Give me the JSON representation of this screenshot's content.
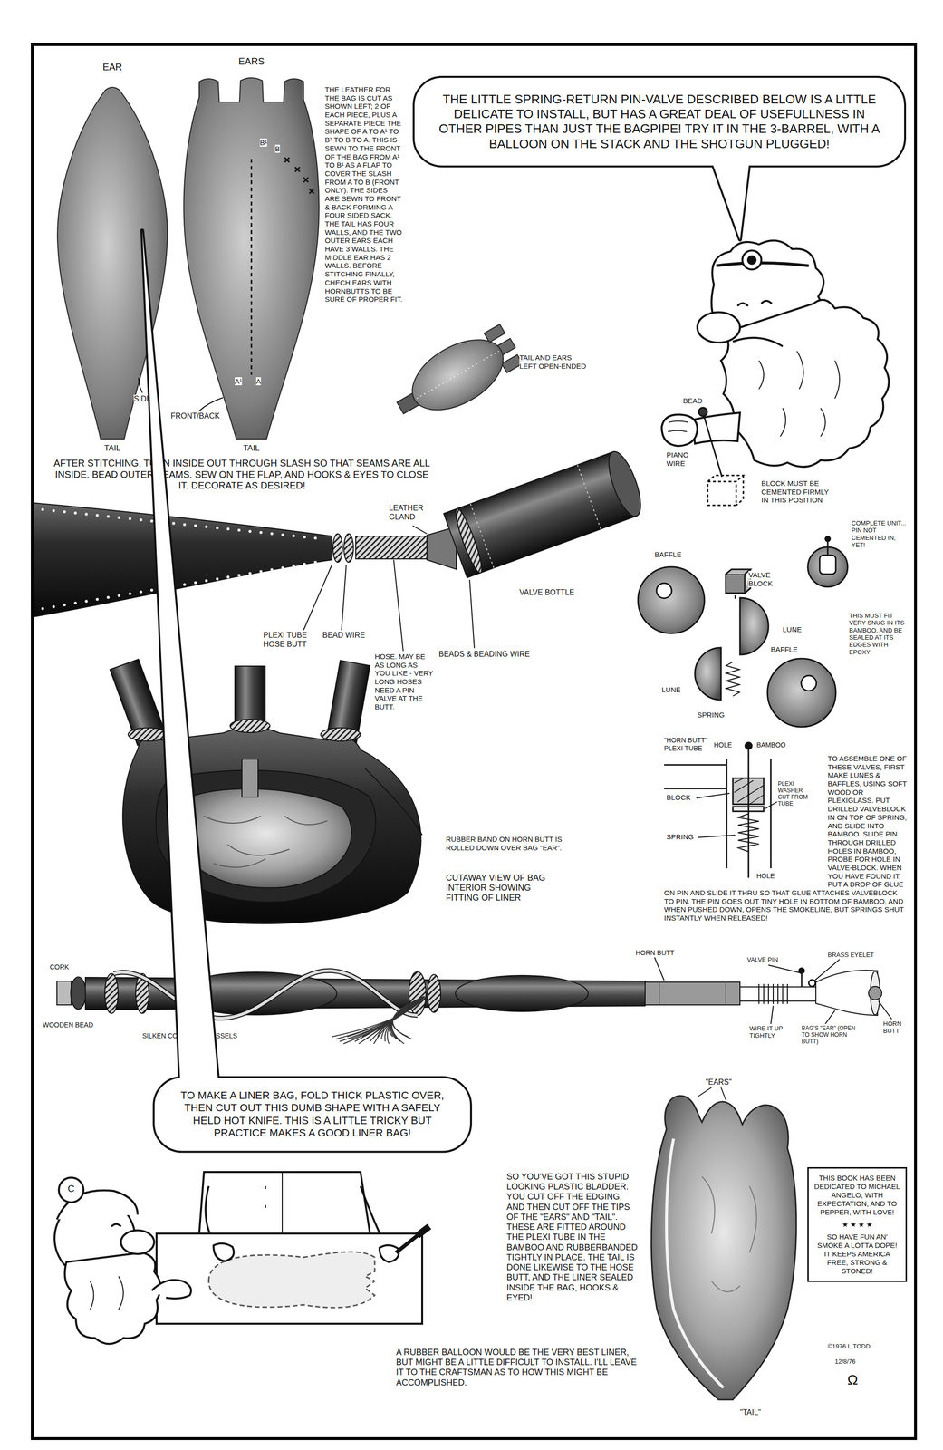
{
  "diagram": {
    "nodes": [
      {
        "text": [
          "THE LITTLE SPRING-RETURN PIN-VALVE DESCRIBED BELOW IS A LITTLE DELICATE TO INSTALL, BUT HAS A GREAT DEAL OF USEFULLNESS IN OTHER PIPES THAN JUST THE BAGPIPE! TRY IT IN THE 3-BARREL, WITH A BALLOON ON THE STACK AND THE SHOTGUN PLUGGED!"
        ]
      },
      {
        "text": [
          "TO MAKE A LINER BAG, FOLD THICK PLASTIC OVER, THEN CUT OUT THIS DUMB SHAPE WITH A SAFELY HELD HOT KNIFE. THIS IS A LITTLE TRICKY BUT PRACTICE MAKES A GOOD LINER BAG!"
        ]
      },
      {
        "text": [
          "THIS BOOK HAS BEEN DEDICATED TO MICHAEL ANGELO, WITH EXPECTATION, AND TO PEPPER, WITH LOVE!",
          "★ ★ ★ ★",
          "SO HAVE FUN AN' SMOKE A LOTTA DOPE! IT KEEPS AMERICA FREE, STRONG & STONED!"
        ]
      }
    ],
    "labels": [
      "EAR",
      "EARS",
      "THE LEATHER FOR THE BAG IS CUT AS SHOWN LEFT; 2 OF EACH PIECE, PLUS A SEPARATE PIECE THE SHAPE OF A TO A¹ TO B¹ TO B TO A. THIS IS SEWN TO THE FRONT OF THE BAG FROM A¹ TO B¹ AS A FLAP TO COVER THE SLASH FROM A TO B (FRONT ONLY). THE SIDES ARE SEWN TO FRONT & BACK FORMING A FOUR SIDED SACK. THE TAIL HAS FOUR WALLS, AND THE TWO OUTER EARS EACH HAVE 3 WALLS. THE MIDDLE EAR HAS 2 WALLS. BEFORE STITCHING FINALLY, CHECH EARS WITH HORNBUTTS TO BE SURE OF PROPER FIT.",
      "B¹",
      "B",
      "A¹",
      "A",
      "SIDE",
      "FRONT/BACK",
      "TAIL",
      "TAIL",
      "TAIL AND EARS LEFT OPEN-ENDED",
      "BEAD",
      "PIANO WIRE",
      "BLOCK MUST BE CEMENTED FIRMLY IN THIS POSITION",
      "COMPLETE UNIT... PIN NOT CEMENTED IN, YET!",
      "BAFFLE",
      "VALVE BLOCK",
      "LUNE",
      "BAFFLE",
      "LUNE",
      "SPRING",
      "THIS MUST FIT VERY SNUG IN ITS BAMBOO, AND BE SEALED AT ITS EDGES WITH EPOXY",
      "AFTER STITCHING, TURN INSIDE OUT THROUGH SLASH SO THAT SEAMS ARE ALL INSIDE. BEAD OUTER SEAMS. SEW ON THE FLAP, AND HOOKS & EYES TO CLOSE IT. DECORATE AS DESIRED!",
      "LEATHER GLAND",
      "VALVE BOTTLE",
      "PLEXI TUBE HOSE BUTT",
      "BEAD WIRE",
      "HOSE. MAY BE AS LONG AS YOU LIKE - VERY LONG HOSES NEED A PIN VALVE AT THE BUTT.",
      "BEADS & BEADING WIRE",
      "RUBBER BAND ON HORN BUTT IS ROLLED DOWN OVER BAG \"EAR\".",
      "CUTAWAY VIEW OF BAG INTERIOR SHOWING FITTING OF LINER",
      "\"HORN BUTT\" PLEXI TUBE",
      "HOLE",
      "BAMBOO",
      "BLOCK",
      "PLEXI WASHER CUT FROM TUBE",
      "SPRING",
      "HOLE",
      "TO ASSEMBLE ONE OF THESE VALVES, FIRST MAKE LUNES & BAFFLES, USING SOFT WOOD OR PLEXIGLASS. PUT DRILLED VALVEBLOCK IN ON TOP OF SPRING, AND SLIDE INTO BAMBOO. SLIDE PIN THROUGH DRILLED HOLES IN BAMBOO, PROBE FOR HOLE IN VALVE-BLOCK. WHEN YOU HAVE FOUND IT, PUT A DROP OF GLUE ON PIN AND SLIDE IT THRU SO THAT GLUE ATTACHES VALVEBLOCK TO PIN. THE PIN GOES OUT TINY HOLE IN BOTTOM OF BAMBOO, AND WHEN PUSHED DOWN, OPENS THE SMOKELINE, BUT SPRINGS SHUT INSTANTLY WHEN RELEASED!",
      "CORK",
      "WOODEN BEAD",
      "SILKEN CORD WITH TASSELS",
      "HORN BUTT",
      "VALVE PIN",
      "BRASS EYELET",
      "WIRE IT UP TIGHTLY",
      "BAG'S \"EAR\" (OPEN TO SHOW HORN BUTT)",
      "HORN BUTT",
      "C",
      "SO YOU'VE GOT THIS STUPID LOOKING PLASTIC BLADDER. YOU CUT OFF THE EDGING, AND THEN CUT OFF THE TIPS OF THE \"EARS\" AND \"TAIL\". THESE ARE FITTED AROUND THE PLEXI TUBE IN THE BAMBOO AND RUBBERBANDED TIGHTLY IN PLACE. THE TAIL IS DONE LIKEWISE TO THE HOSE BUTT, AND THE LINER SEALED INSIDE THE BAG, HOOKS & EYED!",
      "A RUBBER BALLOON WOULD BE THE VERY BEST LINER, BUT MIGHT BE A LITTLE DIFFICULT TO INSTALL. I'LL LEAVE IT TO THE CRAFTSMAN AS TO HOW THIS MIGHT BE ACCOMPLISHED.",
      "\"EARS\"",
      "\"TAIL\"",
      "©1976 L.TODD",
      "12/8/76",
      "Ω"
    ]
  }
}
